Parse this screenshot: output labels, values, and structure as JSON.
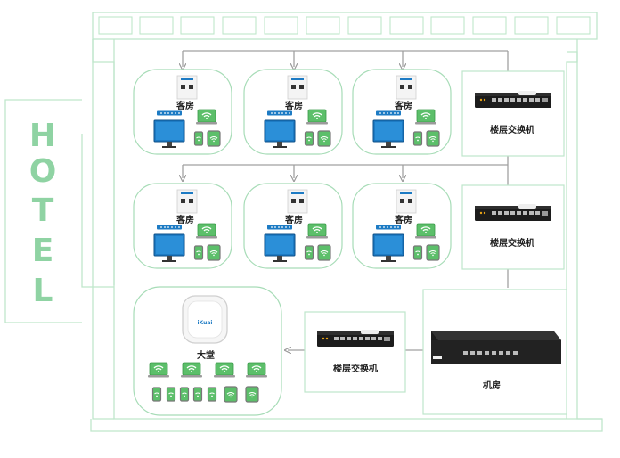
{
  "hotel": {
    "letters": [
      "H",
      "O",
      "T",
      "E",
      "L"
    ]
  },
  "labels": {
    "guest_room": "客房",
    "floor_switch": "楼层交换机",
    "lobby": "大堂",
    "server_room": "机房"
  },
  "colors": {
    "outline": "#bfe6cb",
    "hotel_text": "#8fd3a3",
    "monitor": "#1d7bc4",
    "tablet": "#5cbf6a",
    "switch": "#1c1c1c",
    "connector": "#999999"
  }
}
